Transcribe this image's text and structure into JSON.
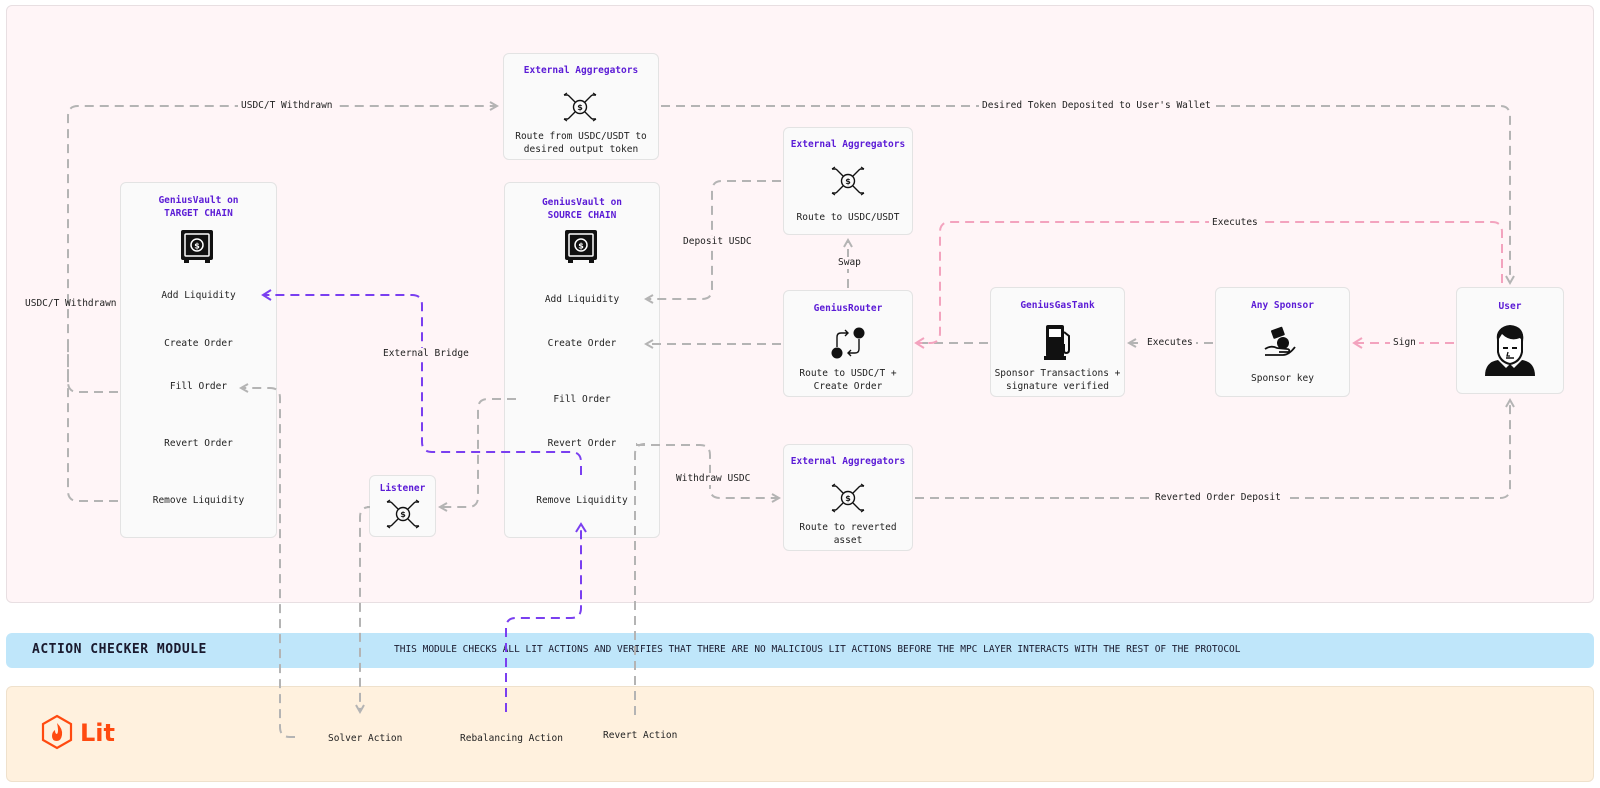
{
  "nodes": {
    "ext_agg_top": {
      "title": "External Aggregators",
      "desc_line1": "Route from USDC/USDT to",
      "desc_line2": "desired output token",
      "icon": "aggregator-icon"
    },
    "ext_agg_mid": {
      "title": "External Aggregators",
      "desc_line1": "Route to USDC/USDT",
      "icon": "aggregator-icon"
    },
    "ext_agg_bottom": {
      "title": "External Aggregators",
      "desc_line1": "Route to reverted",
      "desc_line2": "asset",
      "icon": "aggregator-icon"
    },
    "vault_target": {
      "title_line1": "GeniusVault on",
      "title_line2": "TARGET CHAIN",
      "icon": "vault-icon",
      "items": [
        "Add Liquidity",
        "Create Order",
        "Fill Order",
        "Revert Order",
        "Remove Liquidity"
      ]
    },
    "vault_source": {
      "title_line1": "GeniusVault on",
      "title_line2": "SOURCE CHAIN",
      "icon": "vault-icon",
      "items": [
        "Add Liquidity",
        "Create Order",
        "Fill Order",
        "Revert Order",
        "Remove Liquidity"
      ]
    },
    "router": {
      "title": "GeniusRouter",
      "desc_line1": "Route to USDC/T +",
      "desc_line2": "Create Order",
      "icon": "route-icon"
    },
    "gas_tank": {
      "title": "GeniusGasTank",
      "desc_line1": "Sponsor Transactions +",
      "desc_line2": "signature verified",
      "icon": "fuel-pump-icon"
    },
    "sponsor": {
      "title": "Any Sponsor",
      "desc_line1": "Sponsor key",
      "icon": "hand-coin-icon"
    },
    "user": {
      "title": "User",
      "icon": "user-avatar-icon"
    },
    "listener": {
      "title": "Listener",
      "icon": "aggregator-icon"
    }
  },
  "edge_labels": {
    "usdct_withdrawn_top": "USDC/T Withdrawn",
    "desired_token": "Desired Token Deposited to User's Wallet",
    "usdct_withdrawn_left": "USDC/T Withdrawn",
    "deposit_usdc": "Deposit USDC",
    "executes_top": "Executes",
    "swap": "Swap",
    "external_bridge": "External Bridge",
    "executes_mid": "Executes",
    "sign": "Sign",
    "withdraw_usdc": "Withdraw USDC",
    "reverted_deposit": "Reverted Order Deposit"
  },
  "banner": {
    "title": "ACTION CHECKER MODULE",
    "text": "THIS MODULE CHECKS ALL LIT ACTIONS AND VERIFIES THAT THERE ARE NO MALICIOUS LIT ACTIONS BEFORE THE MPC LAYER INTERACTS WITH THE REST OF THE PROTOCOL"
  },
  "lit": {
    "logo_text": "Lit",
    "actions": [
      "Solver Action",
      "Rebalancing Action",
      "Revert Action"
    ]
  },
  "colors": {
    "gray_edge": "#b4b4b4",
    "purple_edge": "#7a3ff0",
    "pink_edge": "#f3a3be",
    "title": "#5b1bd6",
    "lit_orange": "#ff4a10"
  }
}
